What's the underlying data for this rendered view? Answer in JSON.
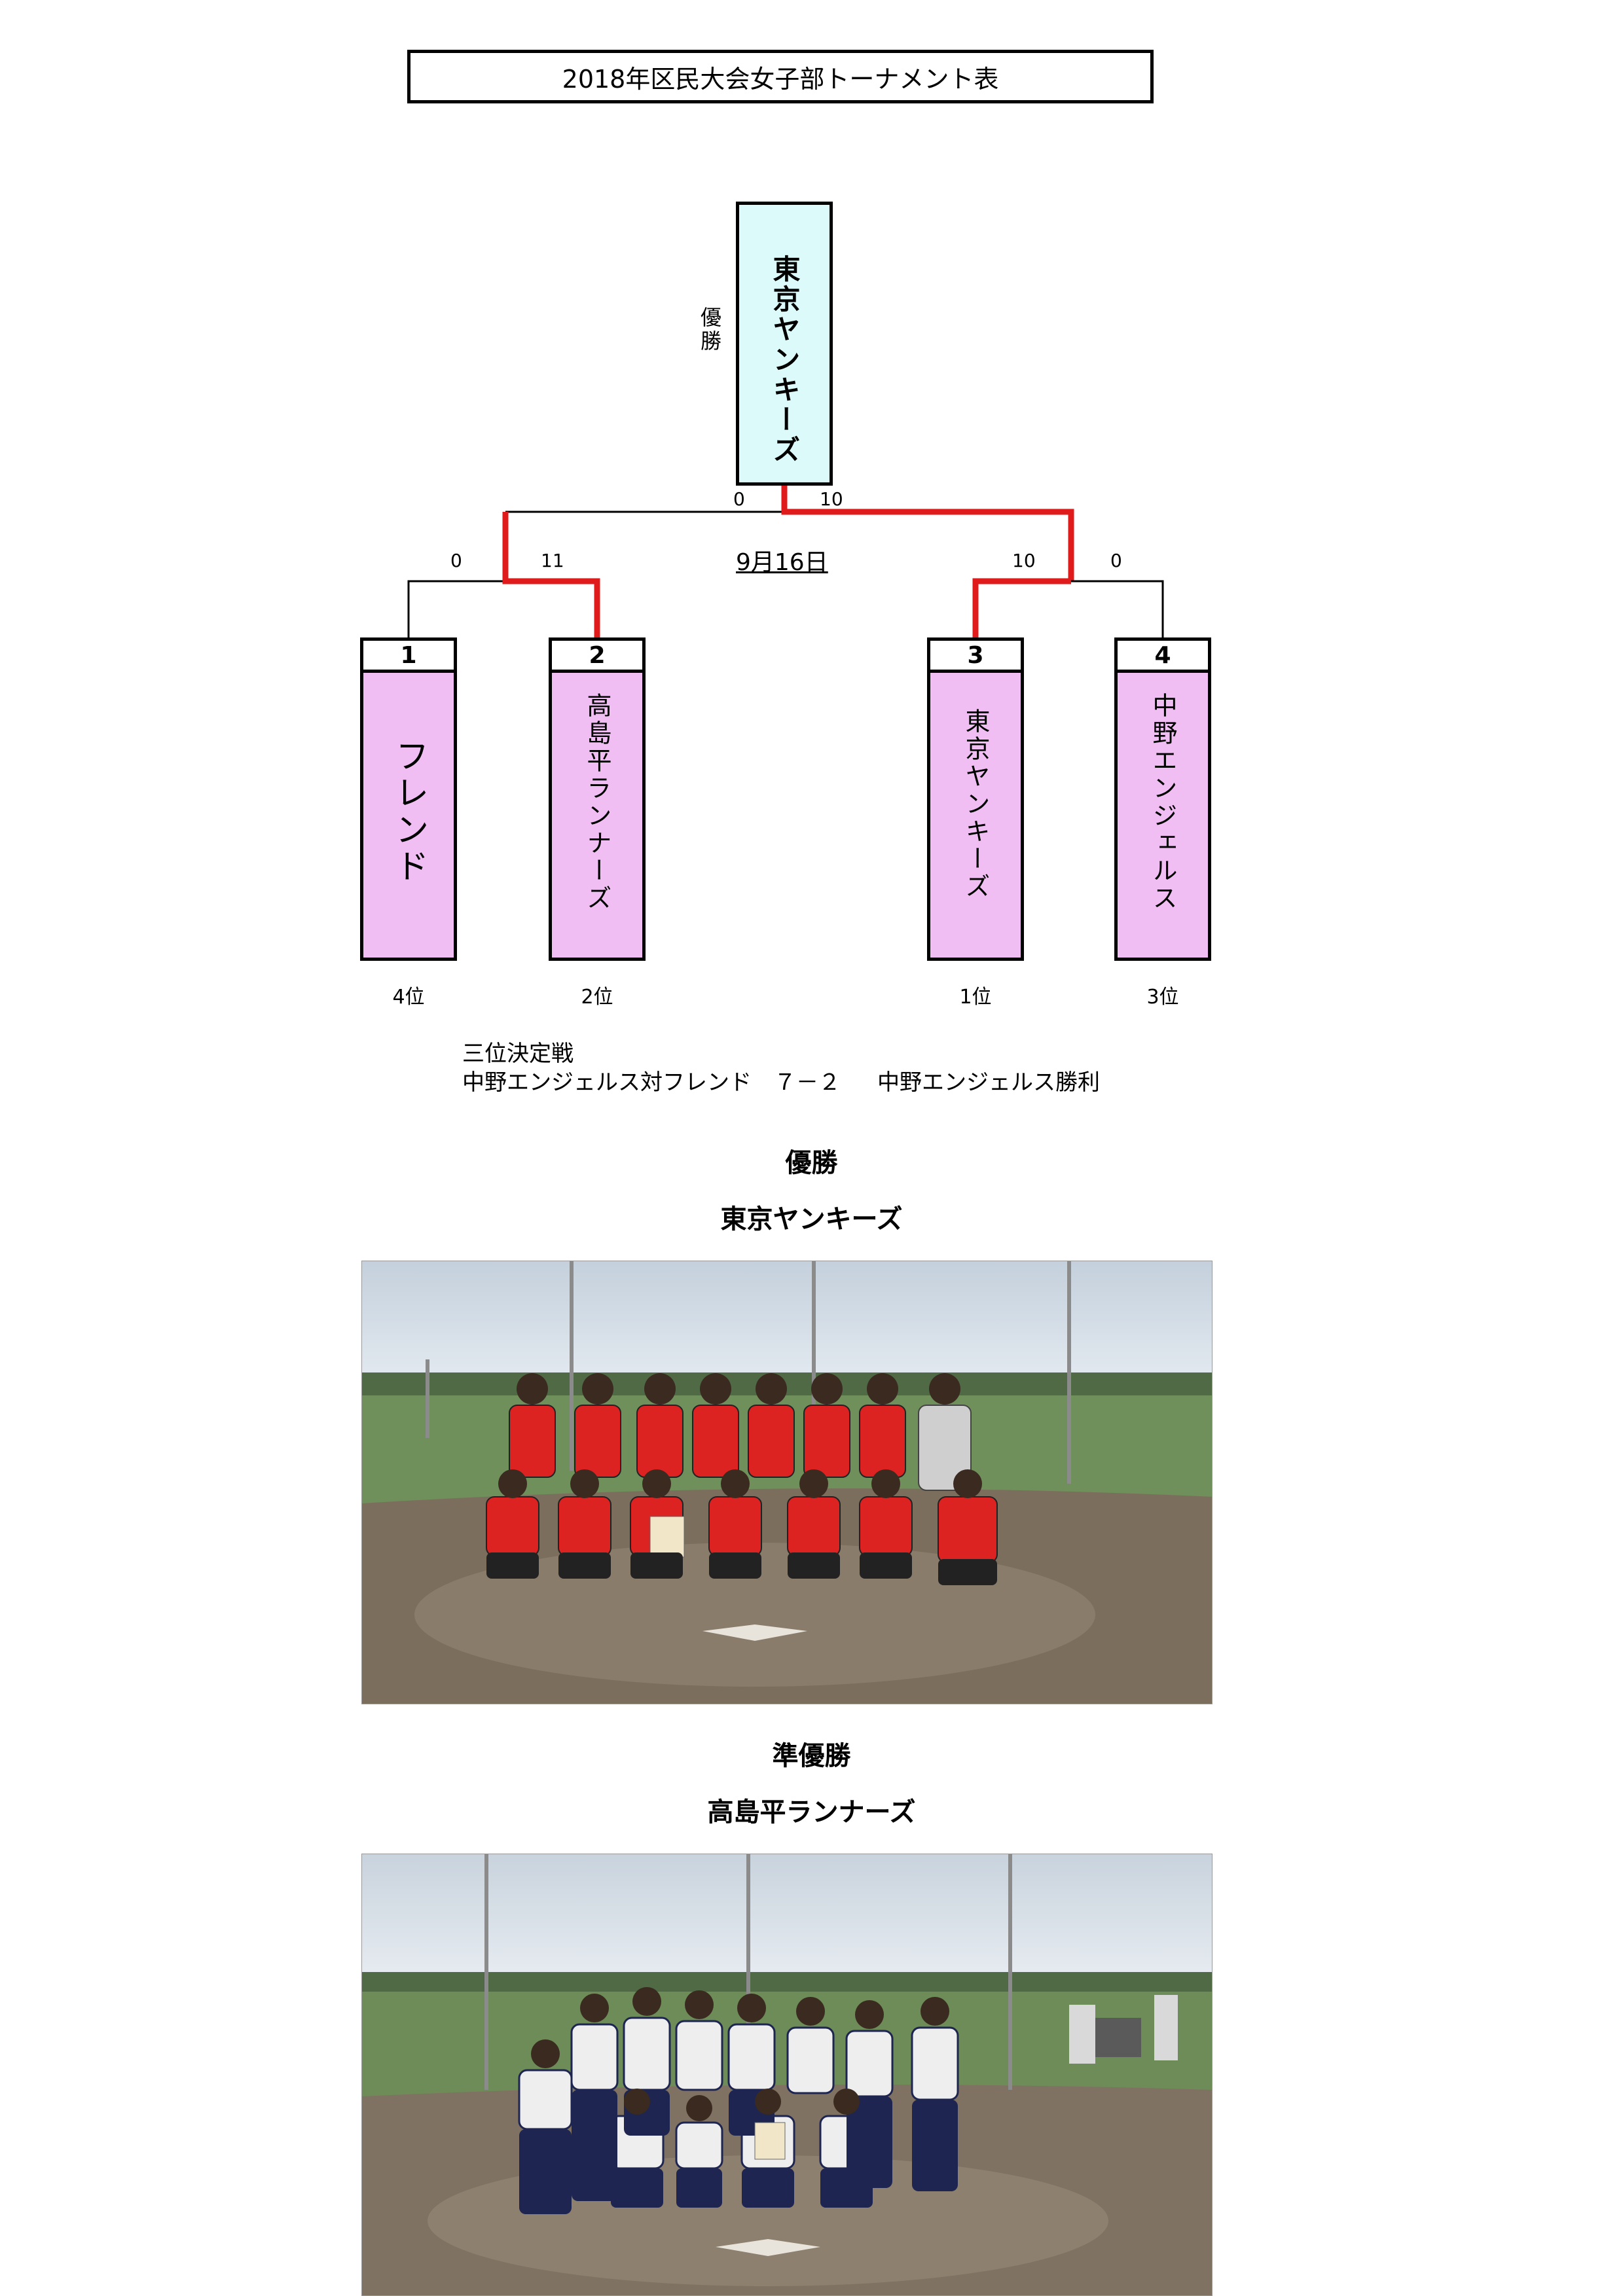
{
  "title": "2018年区民大会女子部トーナメント表",
  "champion_box": {
    "label": "優勝",
    "team": "東京ヤンキーズ"
  },
  "final": {
    "left_score": "0",
    "right_score": "10",
    "date": "9月16日"
  },
  "semis": {
    "left": {
      "left_score": "0",
      "right_score": "11"
    },
    "right": {
      "left_score": "10",
      "right_score": "0"
    }
  },
  "teams": [
    {
      "seed": "1",
      "name": "フレンド",
      "rank": "4位"
    },
    {
      "seed": "2",
      "name": "高島平ランナーズ",
      "rank": "2位"
    },
    {
      "seed": "3",
      "name": "東京ヤンキーズ",
      "rank": "1位"
    },
    {
      "seed": "4",
      "name": "中野エンジェルス",
      "rank": "3位"
    }
  ],
  "third_place": {
    "heading": "三位決定戦",
    "match": "中野エンジェルス対フレンド　７－２",
    "result": "中野エンジェルス勝利"
  },
  "winner_section": {
    "label": "優勝",
    "team": "東京ヤンキーズ"
  },
  "runnerup_section": {
    "label": "準優勝",
    "team": "高島平ランナーズ"
  },
  "colors": {
    "winner_path": "#e01b1b",
    "champion_fill": "#dcfafa",
    "team_fill": "#f1bef3"
  }
}
